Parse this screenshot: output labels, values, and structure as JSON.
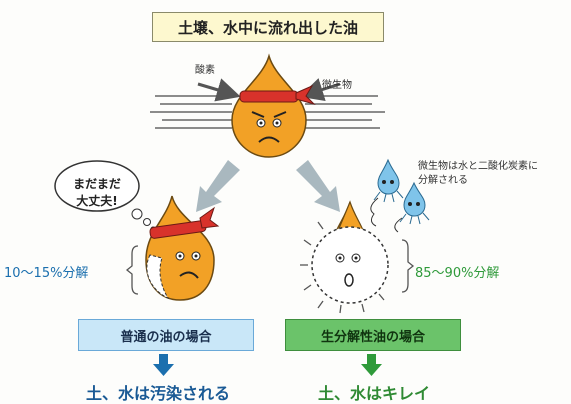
{
  "title": "土壌、水中に流れ出した油",
  "oxygen_label": "酸素",
  "microbe_label": "微生物",
  "bubble_text": [
    "まだまだ",
    "大丈夫!"
  ],
  "microbe_note": [
    "微生物は水と二酸化炭素に",
    "分解される"
  ],
  "left_percent": "10〜15%分解",
  "right_percent": "85〜90%分解",
  "case_left": "普通の油の場合",
  "case_right": "生分解性油の場合",
  "result_left": "土、水は汚染される",
  "result_right": "土、水はキレイ",
  "colors": {
    "oil": "#f2a126",
    "headband": "#d8322b",
    "blue": "#1b6fae",
    "green": "#2f9a3a",
    "microbe": "#7fc4ea"
  }
}
